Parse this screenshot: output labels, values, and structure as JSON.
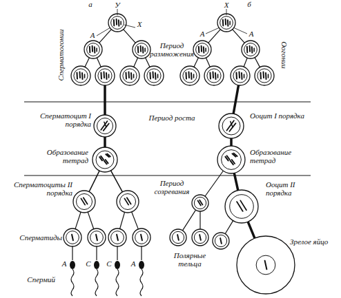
{
  "diagram": {
    "labels": [
      "а",
      "У",
      "Х",
      "А",
      "б",
      "Х",
      "А",
      "А",
      "Сперматогонии",
      "Период размножения",
      "Оогонии",
      "Сперматоцит I порядка",
      "Период роста",
      "Ооцит I порядка",
      "Образование тетрад",
      "Образование тетрад",
      "Сперматоциты II порядка",
      "Период созревания",
      "Ооцит II порядка",
      "Сперматиды",
      "Полярные тельца",
      "Зрелое яйцо",
      "Спермий",
      "А",
      "С",
      "С",
      "А"
    ]
  }
}
